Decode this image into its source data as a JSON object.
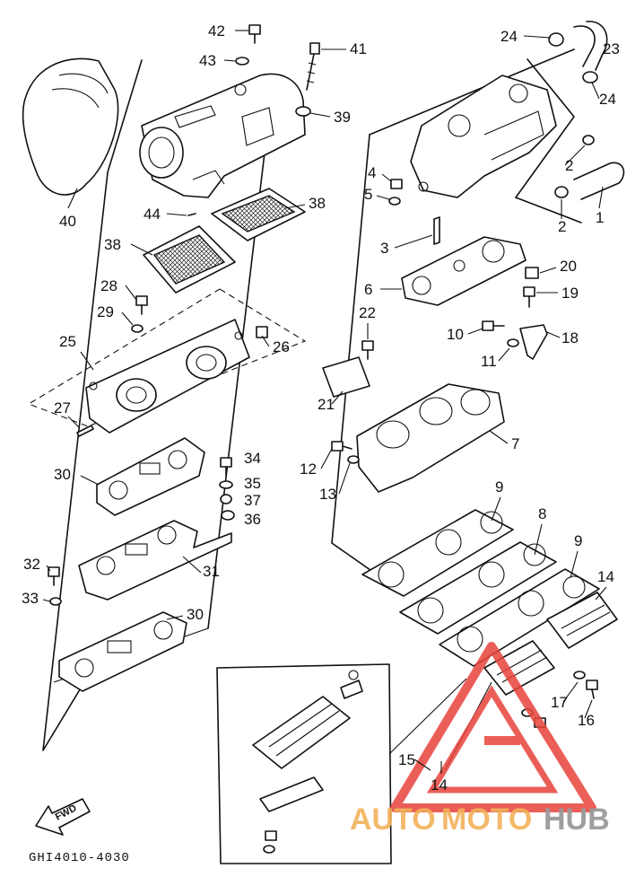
{
  "diagram_code": "GHI4010-4030",
  "fwd_label": "FWD",
  "watermark": {
    "part1": "AUTO",
    "part2": "MOTO",
    "part3": "HUB",
    "color_accent": "#f2b25a",
    "color_logo": "#e8433a"
  },
  "callouts": [
    {
      "id": "c42",
      "text": "42"
    },
    {
      "id": "c43",
      "text": "43"
    },
    {
      "id": "c41",
      "text": "41"
    },
    {
      "id": "c39",
      "text": "39"
    },
    {
      "id": "c40",
      "text": "40"
    },
    {
      "id": "c44",
      "text": "44"
    },
    {
      "id": "c38a",
      "text": "38"
    },
    {
      "id": "c38b",
      "text": "38"
    },
    {
      "id": "c28",
      "text": "28"
    },
    {
      "id": "c29",
      "text": "29"
    },
    {
      "id": "c25",
      "text": "25"
    },
    {
      "id": "c26",
      "text": "26"
    },
    {
      "id": "c27",
      "text": "27"
    },
    {
      "id": "c30a",
      "text": "30"
    },
    {
      "id": "c34",
      "text": "34"
    },
    {
      "id": "c35",
      "text": "35"
    },
    {
      "id": "c37",
      "text": "37"
    },
    {
      "id": "c36",
      "text": "36"
    },
    {
      "id": "c31",
      "text": "31"
    },
    {
      "id": "c32",
      "text": "32"
    },
    {
      "id": "c33",
      "text": "33"
    },
    {
      "id": "c30b",
      "text": "30"
    },
    {
      "id": "c24a",
      "text": "24"
    },
    {
      "id": "c23",
      "text": "23"
    },
    {
      "id": "c24b",
      "text": "24"
    },
    {
      "id": "c2a",
      "text": "2"
    },
    {
      "id": "c2b",
      "text": "2"
    },
    {
      "id": "c1",
      "text": "1"
    },
    {
      "id": "c4",
      "text": "4"
    },
    {
      "id": "c5",
      "text": "5"
    },
    {
      "id": "c3",
      "text": "3"
    },
    {
      "id": "c20",
      "text": "20"
    },
    {
      "id": "c6",
      "text": "6"
    },
    {
      "id": "c19",
      "text": "19"
    },
    {
      "id": "c22",
      "text": "22"
    },
    {
      "id": "c10",
      "text": "10"
    },
    {
      "id": "c18",
      "text": "18"
    },
    {
      "id": "c11",
      "text": "11"
    },
    {
      "id": "c21",
      "text": "21"
    },
    {
      "id": "c7",
      "text": "7"
    },
    {
      "id": "c12",
      "text": "12"
    },
    {
      "id": "c13",
      "text": "13"
    },
    {
      "id": "c9a",
      "text": "9"
    },
    {
      "id": "c8",
      "text": "8"
    },
    {
      "id": "c9b",
      "text": "9"
    },
    {
      "id": "c14a",
      "text": "14"
    },
    {
      "id": "c17",
      "text": "17"
    },
    {
      "id": "c16",
      "text": "16"
    },
    {
      "id": "c15",
      "text": "15"
    },
    {
      "id": "c14b",
      "text": "14"
    }
  ]
}
